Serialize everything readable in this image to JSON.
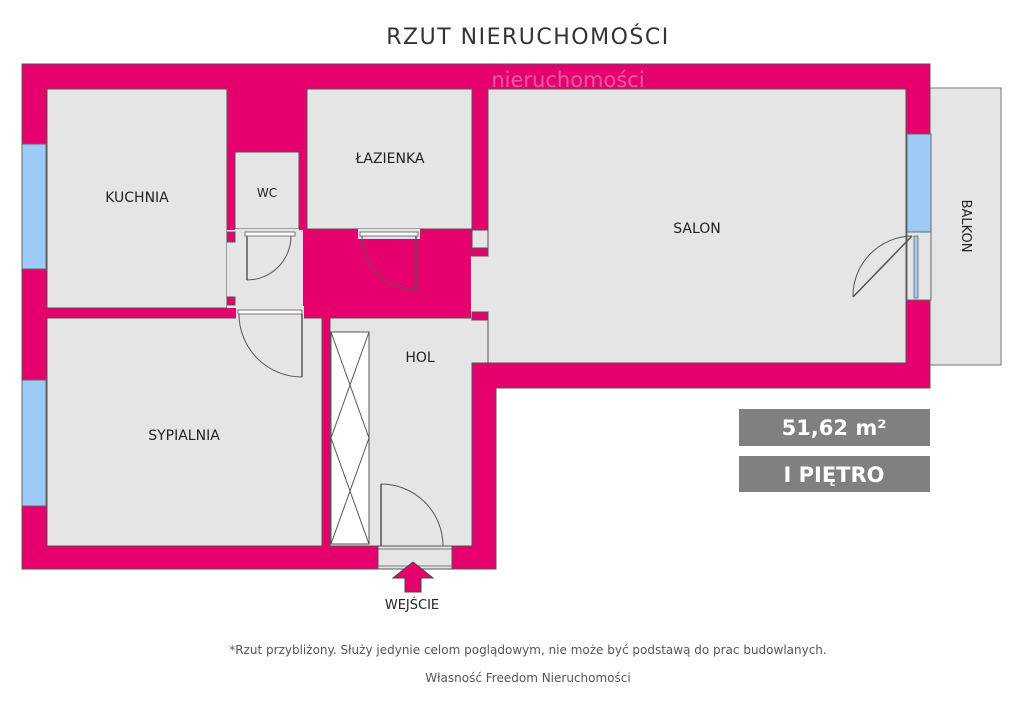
{
  "title": "RZUT NIERUCHOMOŚCI",
  "watermark": "nieruchomości",
  "rooms": {
    "kitchen": "KUCHNIA",
    "wc": "WC",
    "bathroom": "ŁAZIENKA",
    "living_room": "SALON",
    "hall": "HOL",
    "bedroom": "SYPIALNIA",
    "balcony": "BALKON"
  },
  "area": "51,62 m²",
  "floor": "I PIĘTRO",
  "entrance": "WEJŚCIE",
  "disclaimer": "*Rzut przybliżony. Służy jedynie celom poglądowym, nie może być podstawą do prac budowlanych.",
  "owner": "Własność Freedom Nieruchomości",
  "colors": {
    "wall": "#e6006e",
    "floor": "#e5e5e5",
    "window": "#9ecbf5",
    "badge": "#808080"
  }
}
